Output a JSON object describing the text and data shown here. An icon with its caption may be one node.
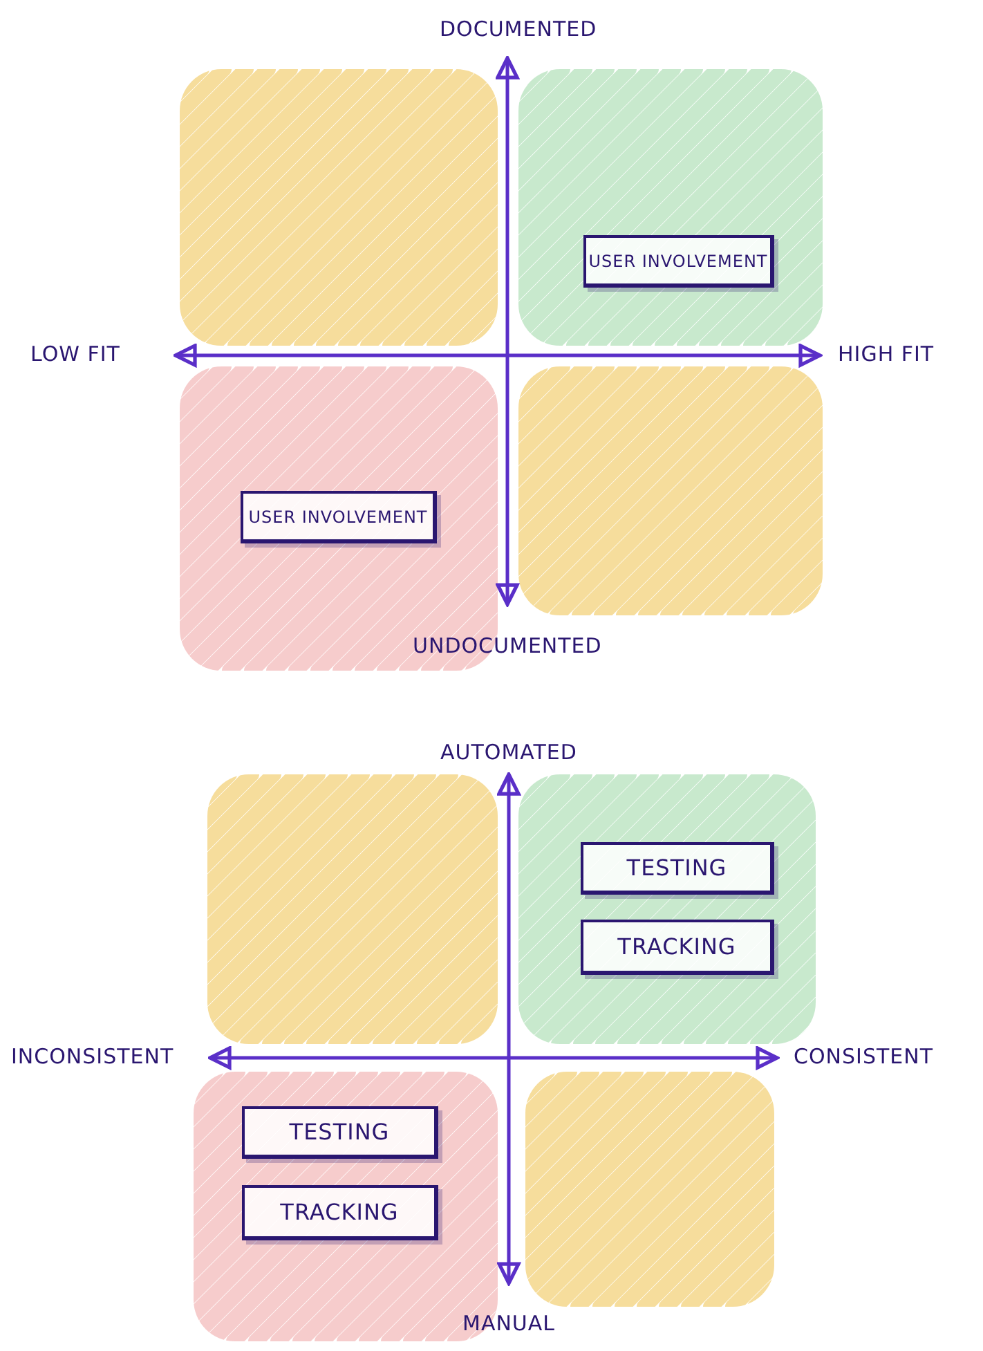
{
  "diagram": {
    "nodes": [
      {
        "text": [
          "USER INVOLVEMENT"
        ]
      },
      {
        "text": [
          "USER INVOLVEMENT"
        ]
      },
      {
        "text": [
          "TESTING"
        ]
      },
      {
        "text": [
          "TRACKING"
        ]
      },
      {
        "text": [
          "TESTING"
        ]
      },
      {
        "text": [
          "TRACKING"
        ]
      }
    ],
    "labels": [
      "DOCUMENTED",
      "LOW FIT",
      "HIGH FIT",
      "UNDOCUMENTED",
      "AUTOMATED",
      "INCONSISTENT",
      "CONSISTENT",
      "MANUAL"
    ]
  }
}
